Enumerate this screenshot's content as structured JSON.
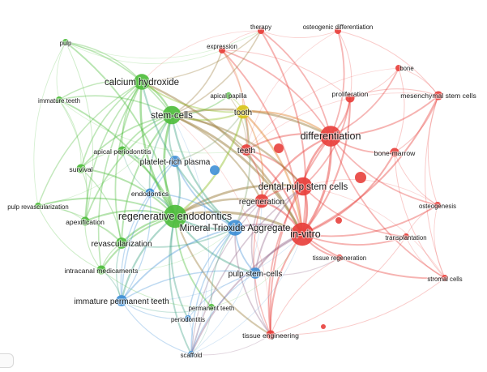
{
  "map": {
    "clusters": [
      {
        "id": 1,
        "color": "#e8403c"
      },
      {
        "id": 2,
        "color": "#4ebd3c"
      },
      {
        "id": 3,
        "color": "#3f8fd6"
      },
      {
        "id": 4,
        "color": "#d8c41b"
      }
    ],
    "nodes": [
      {
        "id": "therapy",
        "label": "therapy",
        "cluster": 1,
        "weight": 1
      },
      {
        "id": "osteogenic-differentiation",
        "label": "osteogenic differentiation",
        "cluster": 1,
        "weight": 1
      },
      {
        "id": "expression",
        "label": "expression",
        "cluster": 1,
        "weight": 1
      },
      {
        "id": "bone",
        "label": "bone",
        "cluster": 1,
        "weight": 1
      },
      {
        "id": "proliferation",
        "label": "proliferation",
        "cluster": 1,
        "weight": 2
      },
      {
        "id": "mesenchymal-stem-cells",
        "label": "mesenchymal stem cells",
        "cluster": 1,
        "weight": 2
      },
      {
        "id": "differentiation",
        "label": "differentiation",
        "cluster": 1,
        "weight": 7
      },
      {
        "id": "teeth",
        "label": "teeth",
        "cluster": 1,
        "weight": 3
      },
      {
        "id": "bone-marrow",
        "label": "bone-marrow",
        "cluster": 1,
        "weight": 2
      },
      {
        "id": "dental-pulp-stem-cells",
        "label": "dental pulp stem cells",
        "cluster": 1,
        "weight": 6
      },
      {
        "id": "regeneration",
        "label": "regeneration",
        "cluster": 1,
        "weight": 4
      },
      {
        "id": "osteogenesis",
        "label": "osteogenesis",
        "cluster": 1,
        "weight": 1
      },
      {
        "id": "in-vitro",
        "label": "in-vitro",
        "cluster": 1,
        "weight": 8
      },
      {
        "id": "transplantation",
        "label": "transplantation",
        "cluster": 1,
        "weight": 1
      },
      {
        "id": "tissue-regeneration",
        "label": "tissue regeneration",
        "cluster": 1,
        "weight": 1
      },
      {
        "id": "stromal-cells",
        "label": "stromal cells",
        "cluster": 1,
        "weight": 1
      },
      {
        "id": "tissue-engineering",
        "label": "tissue engineering",
        "cluster": 1,
        "weight": 2
      },
      {
        "id": "pulp",
        "label": "pulp",
        "cluster": 2,
        "weight": 1
      },
      {
        "id": "immature-teeth",
        "label": "immature teeth",
        "cluster": 2,
        "weight": 1
      },
      {
        "id": "calcium-hydroxide",
        "label": "calcium hydroxide",
        "cluster": 2,
        "weight": 5
      },
      {
        "id": "stem-cells",
        "label": "stem-cells",
        "cluster": 2,
        "weight": 6
      },
      {
        "id": "apical-papilla",
        "label": "apical papilla",
        "cluster": 2,
        "weight": 1
      },
      {
        "id": "apical-periodontitis",
        "label": "apical periodontitis",
        "cluster": 2,
        "weight": 2
      },
      {
        "id": "survival",
        "label": "survival",
        "cluster": 2,
        "weight": 2
      },
      {
        "id": "pulp-revascularization",
        "label": "pulp revascularization",
        "cluster": 2,
        "weight": 1
      },
      {
        "id": "apexification",
        "label": "apexification",
        "cluster": 2,
        "weight": 2
      },
      {
        "id": "regenerative-endodontics",
        "label": "regenerative endodontics",
        "cluster": 2,
        "weight": 8
      },
      {
        "id": "revascularization",
        "label": "revascularization",
        "cluster": 2,
        "weight": 3
      },
      {
        "id": "intracanal-medicaments",
        "label": "intracanal medicaments",
        "cluster": 2,
        "weight": 2
      },
      {
        "id": "permanent-teeth",
        "label": "permanent teeth",
        "cluster": 2,
        "weight": 1
      },
      {
        "id": "platelet-rich-plasma",
        "label": "platelet-rich plasma",
        "cluster": 3,
        "weight": 3
      },
      {
        "id": "endodontics",
        "label": "endodontics",
        "cluster": 3,
        "weight": 2
      },
      {
        "id": "mineral-trioxide-aggregate",
        "label": "Mineral Trioxide Aggregate",
        "cluster": 3,
        "weight": 5
      },
      {
        "id": "pulp-stem-cells",
        "label": "pulp stem-cells",
        "cluster": 3,
        "weight": 3
      },
      {
        "id": "immature-permanent-teeth",
        "label": "immature permanent teeth",
        "cluster": 3,
        "weight": 3
      },
      {
        "id": "periodontitis",
        "label": "periodontitis",
        "cluster": 3,
        "weight": 1
      },
      {
        "id": "scaffold",
        "label": "scaffold",
        "cluster": 3,
        "weight": 1
      },
      {
        "id": "tooth",
        "label": "tooth",
        "cluster": 4,
        "weight": 4
      }
    ],
    "links": [
      [
        "in-vitro",
        "differentiation"
      ],
      [
        "in-vitro",
        "dental-pulp-stem-cells"
      ],
      [
        "in-vitro",
        "regeneration"
      ],
      [
        "in-vitro",
        "teeth"
      ],
      [
        "in-vitro",
        "stem-cells"
      ],
      [
        "in-vitro",
        "regenerative-endodontics"
      ],
      [
        "in-vitro",
        "tissue-engineering"
      ],
      [
        "in-vitro",
        "transplantation"
      ],
      [
        "in-vitro",
        "stromal-cells"
      ],
      [
        "in-vitro",
        "osteogenesis"
      ],
      [
        "in-vitro",
        "bone-marrow"
      ],
      [
        "in-vitro",
        "proliferation"
      ],
      [
        "in-vitro",
        "mesenchymal-stem-cells"
      ],
      [
        "in-vitro",
        "tissue-regeneration"
      ],
      [
        "in-vitro",
        "tooth"
      ],
      [
        "in-vitro",
        "pulp-stem-cells"
      ],
      [
        "in-vitro",
        "mineral-trioxide-aggregate"
      ],
      [
        "in-vitro",
        "therapy"
      ],
      [
        "in-vitro",
        "expression"
      ],
      [
        "in-vitro",
        "scaffold"
      ],
      [
        "in-vitro",
        "calcium-hydroxide"
      ],
      [
        "differentiation",
        "dental-pulp-stem-cells"
      ],
      [
        "differentiation",
        "teeth"
      ],
      [
        "differentiation",
        "proliferation"
      ],
      [
        "differentiation",
        "mesenchymal-stem-cells"
      ],
      [
        "differentiation",
        "bone"
      ],
      [
        "differentiation",
        "bone-marrow"
      ],
      [
        "differentiation",
        "osteogenic-differentiation"
      ],
      [
        "differentiation",
        "therapy"
      ],
      [
        "differentiation",
        "expression"
      ],
      [
        "differentiation",
        "stem-cells"
      ],
      [
        "differentiation",
        "tooth"
      ],
      [
        "differentiation",
        "regeneration"
      ],
      [
        "differentiation",
        "osteogenesis"
      ],
      [
        "differentiation",
        "stromal-cells"
      ],
      [
        "differentiation",
        "tissue-engineering"
      ],
      [
        "dental-pulp-stem-cells",
        "regeneration"
      ],
      [
        "dental-pulp-stem-cells",
        "teeth"
      ],
      [
        "dental-pulp-stem-cells",
        "stem-cells"
      ],
      [
        "dental-pulp-stem-cells",
        "proliferation"
      ],
      [
        "dental-pulp-stem-cells",
        "tissue-engineering"
      ],
      [
        "dental-pulp-stem-cells",
        "pulp-stem-cells"
      ],
      [
        "dental-pulp-stem-cells",
        "regenerative-endodontics"
      ],
      [
        "dental-pulp-stem-cells",
        "scaffold"
      ],
      [
        "dental-pulp-stem-cells",
        "transplantation"
      ],
      [
        "regeneration",
        "teeth"
      ],
      [
        "regeneration",
        "stem-cells"
      ],
      [
        "regeneration",
        "regenerative-endodontics"
      ],
      [
        "regeneration",
        "tissue-engineering"
      ],
      [
        "regeneration",
        "tooth"
      ],
      [
        "regeneration",
        "mineral-trioxide-aggregate"
      ],
      [
        "regeneration",
        "pulp-stem-cells"
      ],
      [
        "regeneration",
        "scaffold"
      ],
      [
        "teeth",
        "tooth"
      ],
      [
        "teeth",
        "stem-cells"
      ],
      [
        "teeth",
        "expression"
      ],
      [
        "teeth",
        "apical-papilla"
      ],
      [
        "stem-cells",
        "calcium-hydroxide"
      ],
      [
        "stem-cells",
        "regenerative-endodontics"
      ],
      [
        "stem-cells",
        "tooth"
      ],
      [
        "stem-cells",
        "apical-papilla"
      ],
      [
        "stem-cells",
        "apical-periodontitis"
      ],
      [
        "stem-cells",
        "platelet-rich-plasma"
      ],
      [
        "stem-cells",
        "revascularization"
      ],
      [
        "stem-cells",
        "survival"
      ],
      [
        "stem-cells",
        "apexification"
      ],
      [
        "stem-cells",
        "immature-teeth"
      ],
      [
        "stem-cells",
        "pulp"
      ],
      [
        "stem-cells",
        "endodontics"
      ],
      [
        "stem-cells",
        "mineral-trioxide-aggregate"
      ],
      [
        "stem-cells",
        "therapy"
      ],
      [
        "stem-cells",
        "expression"
      ],
      [
        "calcium-hydroxide",
        "regenerative-endodontics"
      ],
      [
        "calcium-hydroxide",
        "apexification"
      ],
      [
        "calcium-hydroxide",
        "mineral-trioxide-aggregate"
      ],
      [
        "calcium-hydroxide",
        "pulp"
      ],
      [
        "calcium-hydroxide",
        "immature-teeth"
      ],
      [
        "calcium-hydroxide",
        "revascularization"
      ],
      [
        "calcium-hydroxide",
        "survival"
      ],
      [
        "calcium-hydroxide",
        "intracanal-medicaments"
      ],
      [
        "calcium-hydroxide",
        "tooth"
      ],
      [
        "calcium-hydroxide",
        "apical-periodontitis"
      ],
      [
        "calcium-hydroxide",
        "pulp-revascularization"
      ],
      [
        "calcium-hydroxide",
        "therapy"
      ],
      [
        "regenerative-endodontics",
        "revascularization"
      ],
      [
        "regenerative-endodontics",
        "apexification"
      ],
      [
        "regenerative-endodontics",
        "mineral-trioxide-aggregate"
      ],
      [
        "regenerative-endodontics",
        "platelet-rich-plasma"
      ],
      [
        "regenerative-endodontics",
        "endodontics"
      ],
      [
        "regenerative-endodontics",
        "immature-permanent-teeth"
      ],
      [
        "regenerative-endodontics",
        "intracanal-medicaments"
      ],
      [
        "regenerative-endodontics",
        "pulp-revascularization"
      ],
      [
        "regenerative-endodontics",
        "survival"
      ],
      [
        "regenerative-endodontics",
        "apical-periodontitis"
      ],
      [
        "regenerative-endodontics",
        "pulp-stem-cells"
      ],
      [
        "regenerative-endodontics",
        "permanent-teeth"
      ],
      [
        "regenerative-endodontics",
        "periodontitis"
      ],
      [
        "regenerative-endodontics",
        "scaffold"
      ],
      [
        "regenerative-endodontics",
        "tooth"
      ],
      [
        "regenerative-endodontics",
        "tissue-engineering"
      ],
      [
        "regenerative-endodontics",
        "pulp"
      ],
      [
        "regenerative-endodontics",
        "immature-teeth"
      ],
      [
        "revascularization",
        "apexification"
      ],
      [
        "revascularization",
        "immature-permanent-teeth"
      ],
      [
        "revascularization",
        "mineral-trioxide-aggregate"
      ],
      [
        "revascularization",
        "intracanal-medicaments"
      ],
      [
        "revascularization",
        "pulp-revascularization"
      ],
      [
        "revascularization",
        "survival"
      ],
      [
        "apexification",
        "pulp-revascularization"
      ],
      [
        "apexification",
        "immature-teeth"
      ],
      [
        "apexification",
        "intracanal-medicaments"
      ],
      [
        "apexification",
        "survival"
      ],
      [
        "apexification",
        "pulp"
      ],
      [
        "apical-periodontitis",
        "survival"
      ],
      [
        "apical-periodontitis",
        "platelet-rich-plasma"
      ],
      [
        "apical-periodontitis",
        "endodontics"
      ],
      [
        "pulp",
        "immature-teeth"
      ],
      [
        "pulp",
        "pulp-revascularization"
      ],
      [
        "platelet-rich-plasma",
        "mineral-trioxide-aggregate"
      ],
      [
        "platelet-rich-plasma",
        "endodontics"
      ],
      [
        "platelet-rich-plasma",
        "immature-permanent-teeth"
      ],
      [
        "platelet-rich-plasma",
        "tooth"
      ],
      [
        "mineral-trioxide-aggregate",
        "pulp-stem-cells"
      ],
      [
        "mineral-trioxide-aggregate",
        "immature-permanent-teeth"
      ],
      [
        "mineral-trioxide-aggregate",
        "endodontics"
      ],
      [
        "mineral-trioxide-aggregate",
        "permanent-teeth"
      ],
      [
        "mineral-trioxide-aggregate",
        "tissue-engineering"
      ],
      [
        "mineral-trioxide-aggregate",
        "tooth"
      ],
      [
        "mineral-trioxide-aggregate",
        "periodontitis"
      ],
      [
        "mineral-trioxide-aggregate",
        "scaffold"
      ],
      [
        "pulp-stem-cells",
        "tissue-engineering"
      ],
      [
        "pulp-stem-cells",
        "scaffold"
      ],
      [
        "pulp-stem-cells",
        "immature-permanent-teeth"
      ],
      [
        "pulp-stem-cells",
        "tissue-regeneration"
      ],
      [
        "pulp-stem-cells",
        "periodontitis"
      ],
      [
        "immature-permanent-teeth",
        "scaffold"
      ],
      [
        "immature-permanent-teeth",
        "periodontitis"
      ],
      [
        "immature-permanent-teeth",
        "intracanal-medicaments"
      ],
      [
        "immature-permanent-teeth",
        "permanent-teeth"
      ],
      [
        "immature-permanent-teeth",
        "endodontics"
      ],
      [
        "scaffold",
        "tissue-engineering"
      ],
      [
        "scaffold",
        "periodontitis"
      ],
      [
        "scaffold",
        "permanent-teeth"
      ],
      [
        "tooth",
        "apical-papilla"
      ],
      [
        "tooth",
        "expression"
      ],
      [
        "tissue-engineering",
        "transplantation"
      ],
      [
        "tissue-engineering",
        "stromal-cells"
      ],
      [
        "bone-marrow",
        "mesenchymal-stem-cells"
      ],
      [
        "bone-marrow",
        "osteogenesis"
      ],
      [
        "bone-marrow",
        "stromal-cells"
      ],
      [
        "bone-marrow",
        "bone"
      ],
      [
        "mesenchymal-stem-cells",
        "bone"
      ],
      [
        "mesenchymal-stem-cells",
        "proliferation"
      ],
      [
        "mesenchymal-stem-cells",
        "osteogenic-differentiation"
      ],
      [
        "mesenchymal-stem-cells",
        "osteogenesis"
      ],
      [
        "mesenchymal-stem-cells",
        "stromal-cells"
      ],
      [
        "proliferation",
        "osteogenic-differentiation"
      ],
      [
        "proliferation",
        "expression"
      ],
      [
        "proliferation",
        "bone"
      ],
      [
        "therapy",
        "osteogenic-differentiation"
      ],
      [
        "therapy",
        "expression"
      ],
      [
        "osteogenesis",
        "stromal-cells"
      ],
      [
        "osteogenesis",
        "transplantation"
      ],
      [
        "transplantation",
        "stromal-cells"
      ],
      [
        "tissue-regeneration",
        "tissue-engineering"
      ],
      [
        "endodontics",
        "immature-permanent-teeth"
      ],
      [
        "intracanal-medicaments",
        "permanent-teeth"
      ],
      [
        "survival",
        "immature-teeth"
      ],
      [
        "pulp-revascularization",
        "intracanal-medicaments"
      ]
    ]
  }
}
